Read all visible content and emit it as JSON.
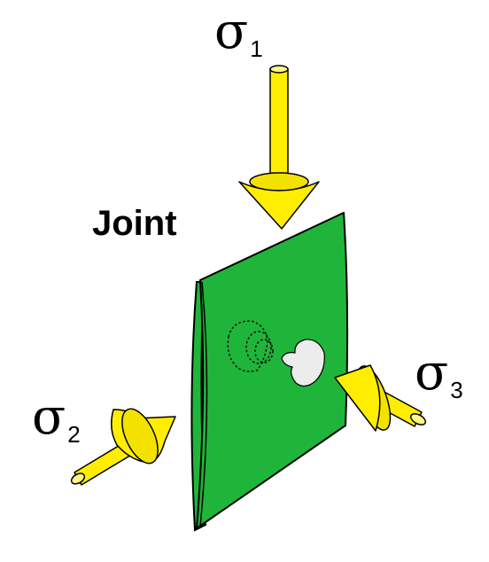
{
  "labels": {
    "joint": "Joint",
    "sigma_symbol": "σ",
    "sigma_1_sub": "1",
    "sigma_2_sub": "2",
    "sigma_3_sub": "3"
  },
  "colors": {
    "plate": "#1fb53a",
    "plate_edge": "#000000",
    "arrow": "#ffee00",
    "cavity": "#ececec",
    "text": "#000000"
  }
}
